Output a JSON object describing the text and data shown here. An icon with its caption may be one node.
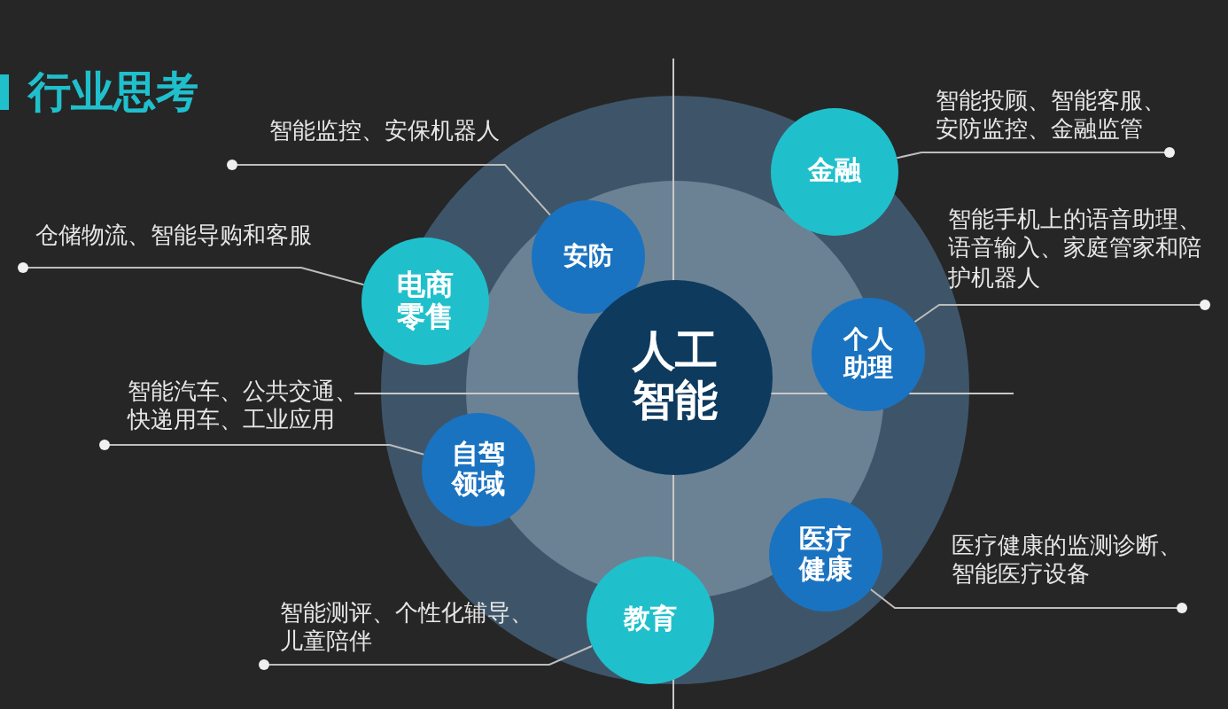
{
  "diagram": {
    "title": "行业思考",
    "nodes": [
      {
        "text": [
          "智能投顾、智能客服、安防监控、金融监管"
        ]
      },
      {
        "text": [
          "智能监控、安保机器人"
        ]
      },
      {
        "text": [
          "金融"
        ]
      },
      {
        "text": [
          "智能手机上的语音助理、语音输入、家庭管家和陪护机器人"
        ]
      },
      {
        "text": [
          "仓储物流、智能导购和客服"
        ]
      },
      {
        "text": [
          "安防"
        ]
      },
      {
        "text": [
          "电商零售"
        ]
      },
      {
        "text": [
          "个人助理"
        ]
      },
      {
        "text": [
          "人工智能"
        ]
      },
      {
        "text": [
          "智能汽车、公共交通、快递用车、工业应用"
        ]
      },
      {
        "text": [
          "自驾领域"
        ]
      },
      {
        "text": [
          "医疗健康的监测诊断、智能医疗设备"
        ]
      },
      {
        "text": [
          "医疗健康"
        ]
      },
      {
        "text": [
          "智能测评、个性化辅导、儿童陪伴"
        ]
      },
      {
        "text": [
          "教育"
        ]
      }
    ],
    "edges": [
      {
        "from": 1,
        "to": 5,
        "arrow": "other"
      },
      {
        "from": 4,
        "to": 6,
        "arrow": "other"
      },
      {
        "from": 0,
        "to": 2,
        "arrow": "other"
      },
      {
        "from": 3,
        "to": 7,
        "arrow": "other"
      },
      {
        "from": 9,
        "to": 10,
        "arrow": "other"
      },
      {
        "from": 13,
        "to": 14,
        "arrow": "other"
      },
      {
        "from": 11,
        "to": 12,
        "arrow": "other"
      }
    ]
  }
}
